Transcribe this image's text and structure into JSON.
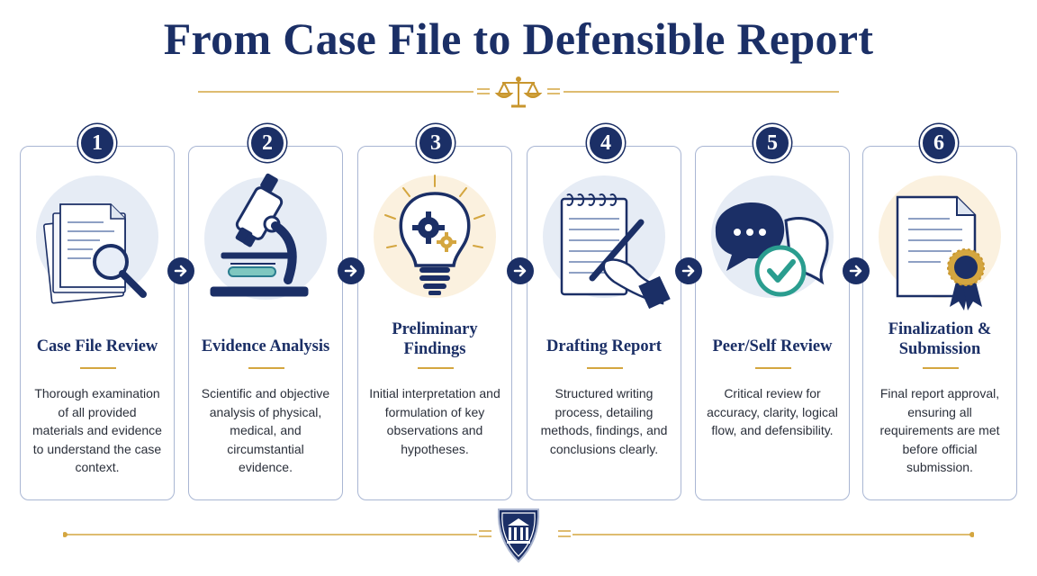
{
  "title": "From Case File to Defensible Report",
  "colors": {
    "navy": "#1b2f66",
    "gold": "#d4a640",
    "card_border": "#a9b6d3",
    "teal": "#2a9d8f"
  },
  "steps": [
    {
      "number": "1",
      "title": "Case File Review",
      "description": "Thorough examination of all provided materials and evidence to understand the case context.",
      "icon": "document-magnifier-icon"
    },
    {
      "number": "2",
      "title": "Evidence Analysis",
      "description": "Scientific and objective analysis of physical, medical, and circumstantial evidence.",
      "icon": "microscope-icon"
    },
    {
      "number": "3",
      "title": "Preliminary Findings",
      "description": "Initial interpretation and formulation of key observations and hypotheses.",
      "icon": "lightbulb-gears-icon"
    },
    {
      "number": "4",
      "title": "Drafting Report",
      "description": "Structured writing process, detailing methods, findings, and conclusions clearly.",
      "icon": "notepad-pen-icon"
    },
    {
      "number": "5",
      "title": "Peer/Self Review",
      "description": "Critical review for accuracy, clarity, logical flow, and defensibility.",
      "icon": "speech-bubbles-check-icon"
    },
    {
      "number": "6",
      "title": "Finalization & Submission",
      "description": "Final report approval, ensuring all requirements are met before official submission.",
      "icon": "certificate-seal-icon"
    }
  ],
  "decorations": {
    "top_icon": "scales-of-justice-icon",
    "bottom_icon": "courthouse-shield-icon",
    "arrow_icon": "arrow-right-icon"
  }
}
